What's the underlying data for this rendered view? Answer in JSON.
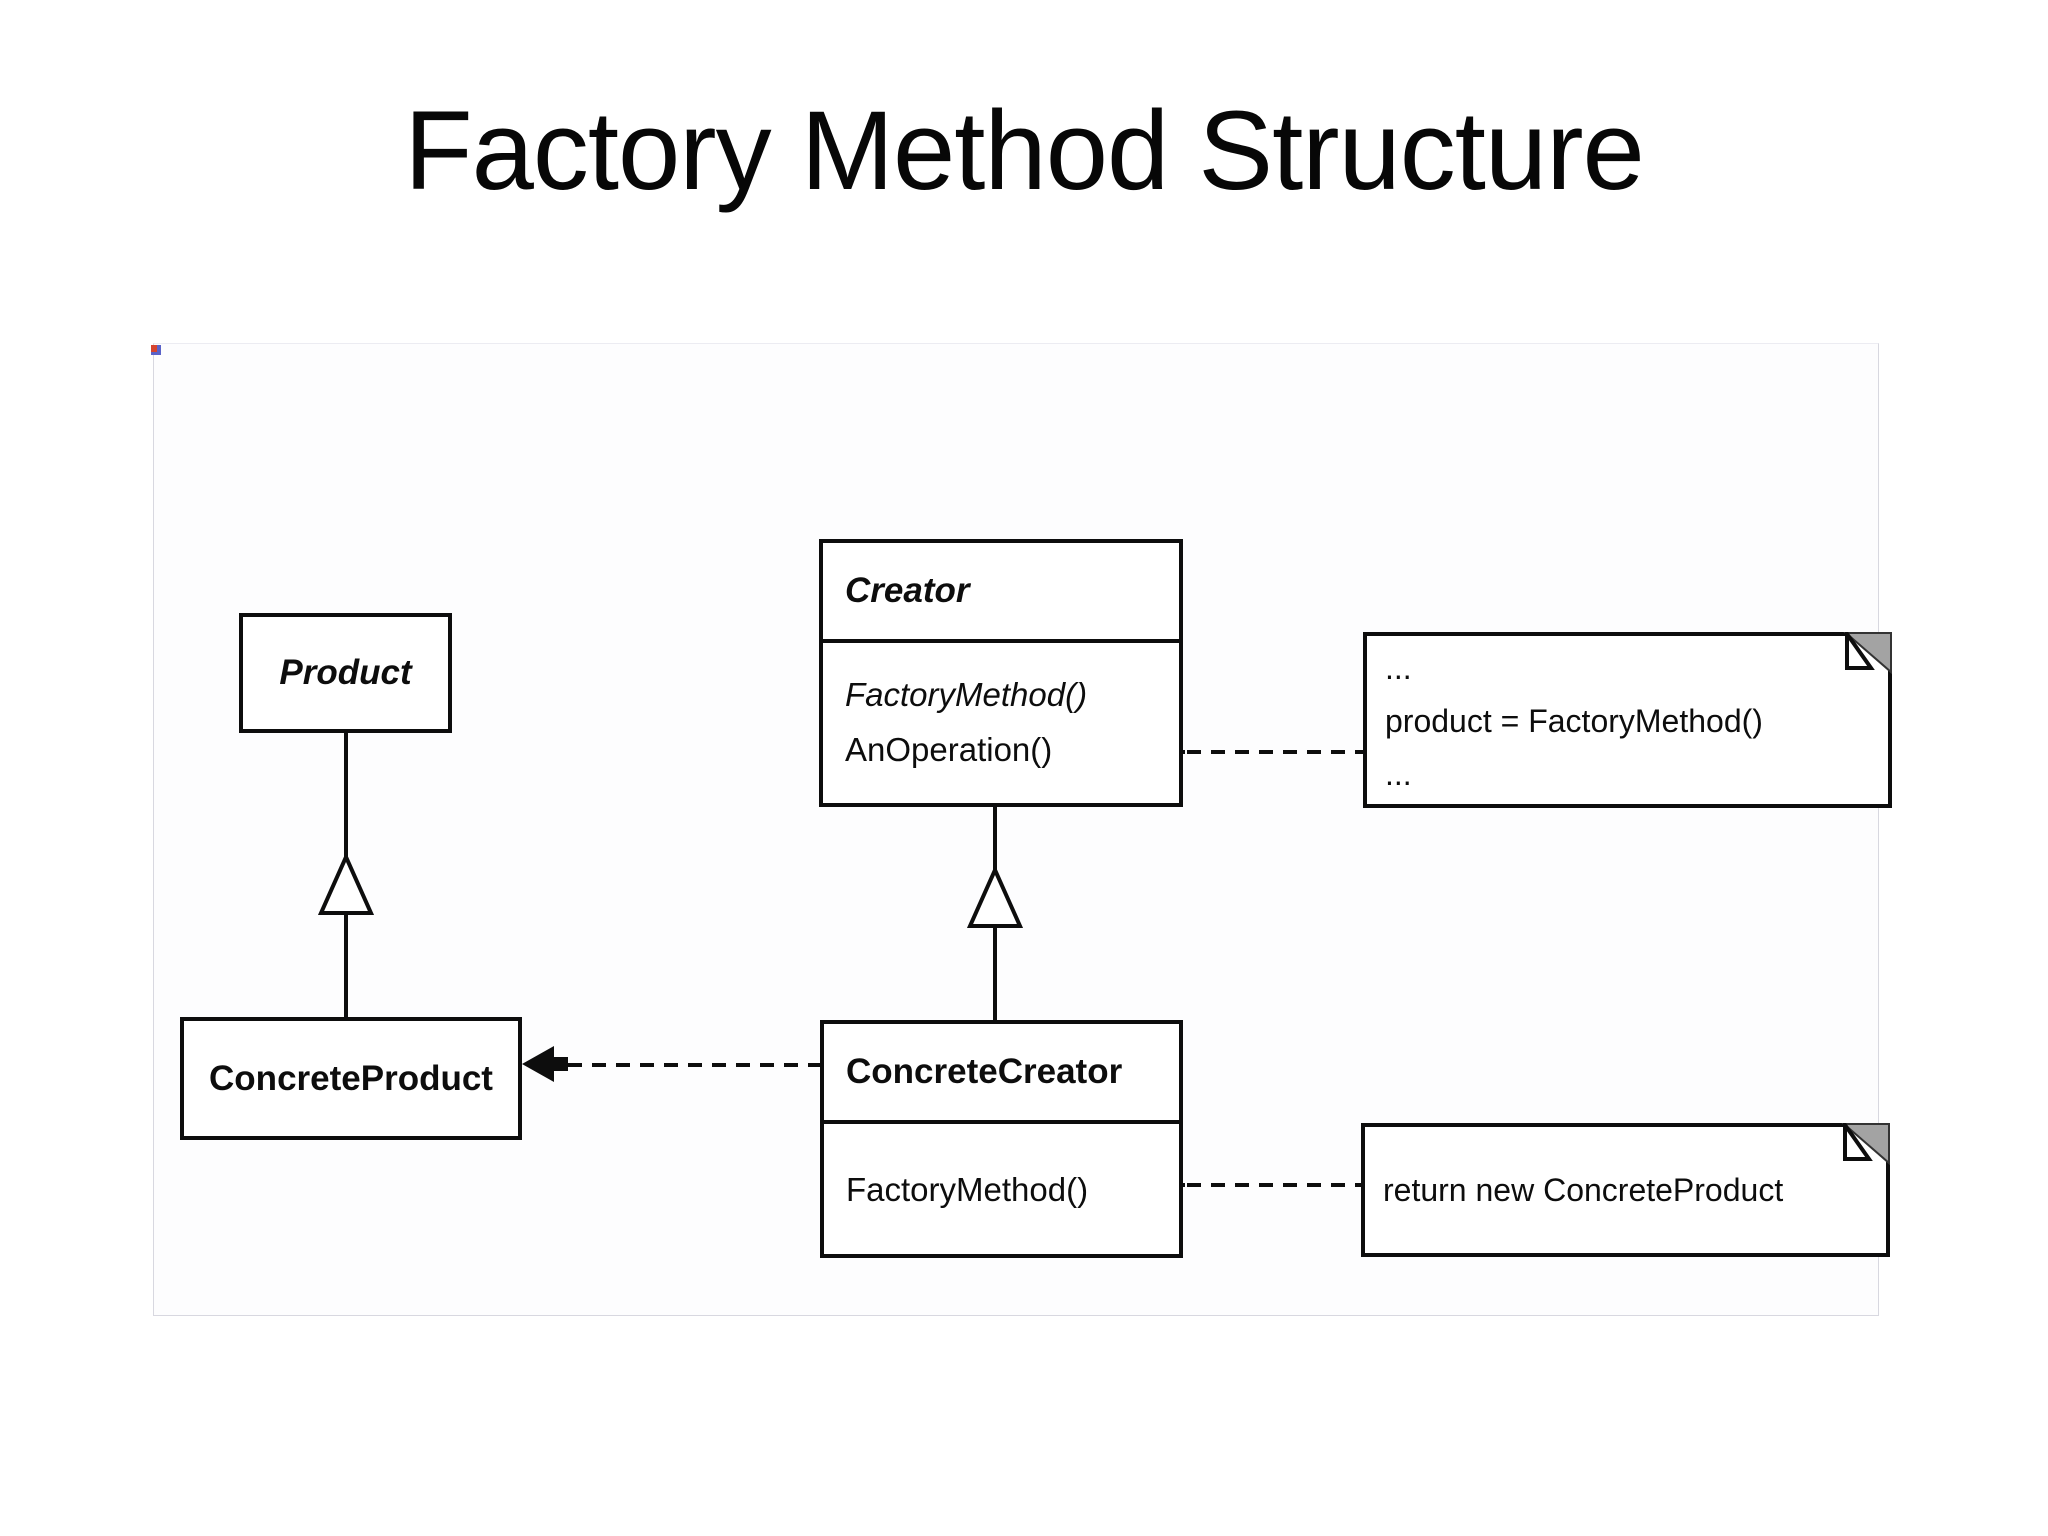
{
  "title": "Factory Method Structure",
  "classes": {
    "product": {
      "name": "Product",
      "abstract": true
    },
    "creator": {
      "name": "Creator",
      "abstract": true,
      "method1": "FactoryMethod()",
      "method2": "AnOperation()"
    },
    "concreteProduct": {
      "name": "ConcreteProduct"
    },
    "concreteCreator": {
      "name": "ConcreteCreator",
      "method1": "FactoryMethod()"
    }
  },
  "notes": {
    "creatorNote": {
      "line1": "...",
      "line2": "product = FactoryMethod()",
      "line3": "..."
    },
    "concreteCreatorNote": {
      "line1": "return new ConcreteProduct"
    }
  },
  "relationships": [
    {
      "type": "generalization",
      "from": "ConcreteProduct",
      "to": "Product"
    },
    {
      "type": "generalization",
      "from": "ConcreteCreator",
      "to": "Creator"
    },
    {
      "type": "dependency",
      "from": "ConcreteCreator",
      "to": "ConcreteProduct"
    },
    {
      "type": "note-link",
      "from": "Creator.AnOperation()",
      "to": "creatorNote"
    },
    {
      "type": "note-link",
      "from": "ConcreteCreator.FactoryMethod()",
      "to": "concreteCreatorNote"
    }
  ],
  "icons": {
    "note_fold": "folded-page-corner",
    "artifact": "image-corruption-mark"
  },
  "colors": {
    "diagram_line": "#0d0d0d",
    "note_fold_gray": "#a3a3a3",
    "panel_border": "#d8d8e0",
    "artifact_red": "#d6452f"
  }
}
